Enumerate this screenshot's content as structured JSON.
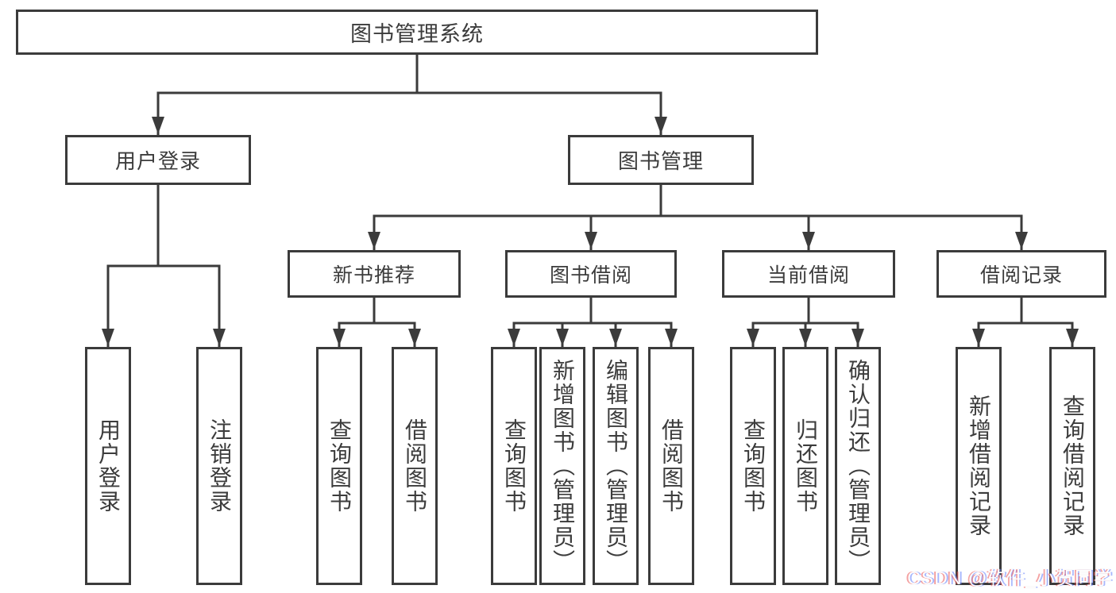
{
  "colors": {
    "line": "#3b3b3b",
    "border": "#3b3b3b",
    "text": "#3c3c3c",
    "background": "#ffffff",
    "watermark_text": "#ffffff"
  },
  "watermark": {
    "text": "CSDN @软件_小贺同学"
  },
  "tree": {
    "root": {
      "label": "图书管理系统",
      "children": [
        {
          "label": "用户登录",
          "children": [
            {
              "label": "用户登录"
            },
            {
              "label": "注销登录"
            }
          ]
        },
        {
          "label": "图书管理",
          "children": [
            {
              "label": "新书推荐",
              "children": [
                {
                  "label": "查询图书"
                },
                {
                  "label": "借阅图书"
                }
              ]
            },
            {
              "label": "图书借阅",
              "children": [
                {
                  "label": "查询图书"
                },
                {
                  "label": "新增图书（管理员）"
                },
                {
                  "label": "编辑图书（管理员）"
                },
                {
                  "label": "借阅图书"
                }
              ]
            },
            {
              "label": "当前借阅",
              "children": [
                {
                  "label": "查询图书"
                },
                {
                  "label": "归还图书"
                },
                {
                  "label": "确认归还（管理员）"
                }
              ]
            },
            {
              "label": "借阅记录",
              "children": [
                {
                  "label": "新增借阅记录"
                },
                {
                  "label": "查询借阅记录"
                }
              ]
            }
          ]
        }
      ]
    }
  }
}
